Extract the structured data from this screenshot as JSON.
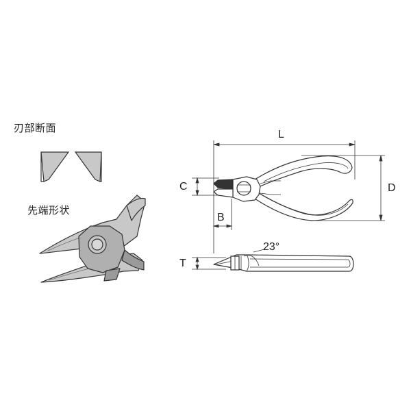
{
  "labels": {
    "blade_section": "刃部断面",
    "tip_shape": "先端形状",
    "L": "L",
    "C": "C",
    "D": "D",
    "B": "B",
    "T": "T",
    "angle": "23°"
  },
  "colors": {
    "line": "#333333",
    "fill_gray": "#c8c8c8",
    "fill_dark": "#9a9a9a",
    "background": "#ffffff"
  }
}
